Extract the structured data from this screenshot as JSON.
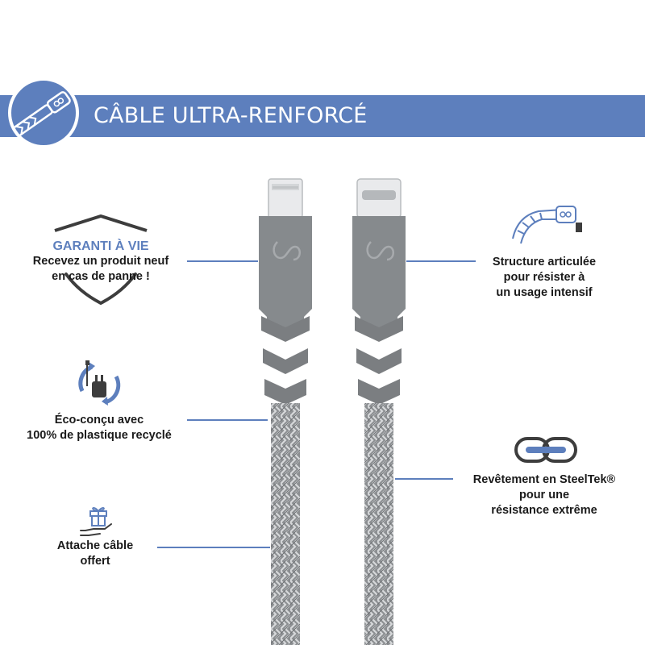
{
  "banner": {
    "title": "CÂBLE  ULTRA-RENFORCÉ"
  },
  "features": {
    "warranty": {
      "title": "GARANTI À VIE",
      "line1": "Recevez un produit neuf",
      "line2": "en cas de panne !"
    },
    "eco": {
      "line1": "Éco-conçu avec",
      "line2": "100% de plastique recyclé"
    },
    "tie": {
      "line1": "Attache câble",
      "line2": "offert"
    },
    "structure": {
      "line1": "Structure articulée",
      "line2": "pour résister à",
      "line3": "un usage intensif"
    },
    "coating": {
      "line1": "Revêtement en SteelTek®",
      "line2": "pour une",
      "line3": "résistance extrême"
    }
  },
  "colors": {
    "accent": "#5d7fbd",
    "cable": "#8a8d90",
    "text": "#1a1a1a"
  },
  "icons": [
    "cable-banner-icon",
    "shield-icon",
    "recycle-charger-icon",
    "gift-hand-icon",
    "articulated-cable-icon",
    "chain-link-icon"
  ]
}
